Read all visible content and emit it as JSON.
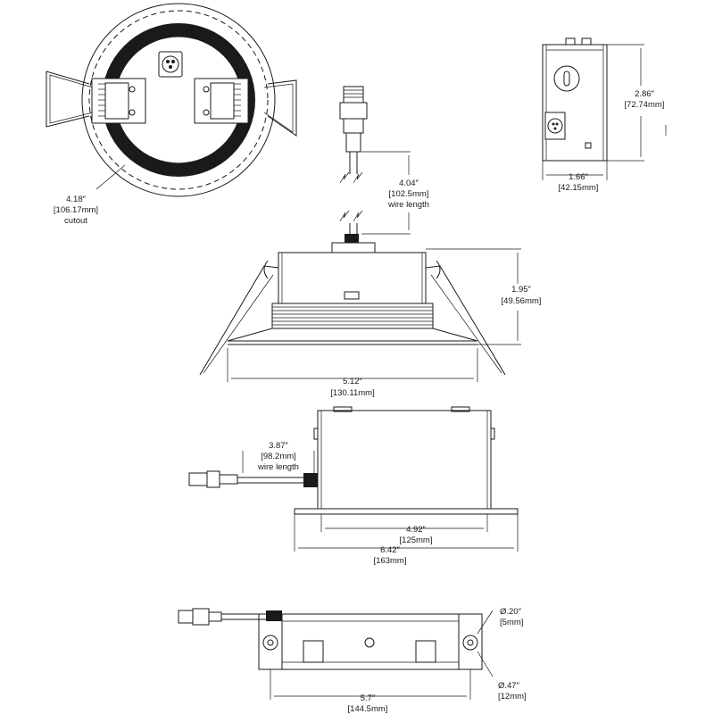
{
  "colors": {
    "line": "#1a1a1a",
    "background": "#ffffff"
  },
  "top_view": {
    "dia_in": "4.18″",
    "dia_mm": "[106.17mm]",
    "dia_note": "cutout"
  },
  "connector": {
    "len_in": "4.04″",
    "len_mm": "[102.5mm]",
    "len_note": "wire length"
  },
  "side_box": {
    "height_in": "2.86″",
    "height_mm": "[72.74mm]",
    "width_in": "1.66″",
    "width_mm": "[42.15mm]"
  },
  "fixture_side": {
    "height_in": "1.95″",
    "height_mm": "[49.56mm]",
    "width_in": "5.12″",
    "width_mm": "[130.11mm]"
  },
  "junction_box": {
    "wire_in": "3.87″",
    "wire_mm": "[98.2mm]",
    "wire_note": "wire length",
    "box_in": "4.92″",
    "box_mm": "[125mm]",
    "total_in": "6.42″",
    "total_mm": "[163mm]"
  },
  "box_top": {
    "hole_small_in": "Ø.20″",
    "hole_small_mm": "[5mm]",
    "hole_large_in": "Ø.47″",
    "hole_large_mm": "[12mm]",
    "span_in": "5.7″",
    "span_mm": "[144.5mm]"
  }
}
